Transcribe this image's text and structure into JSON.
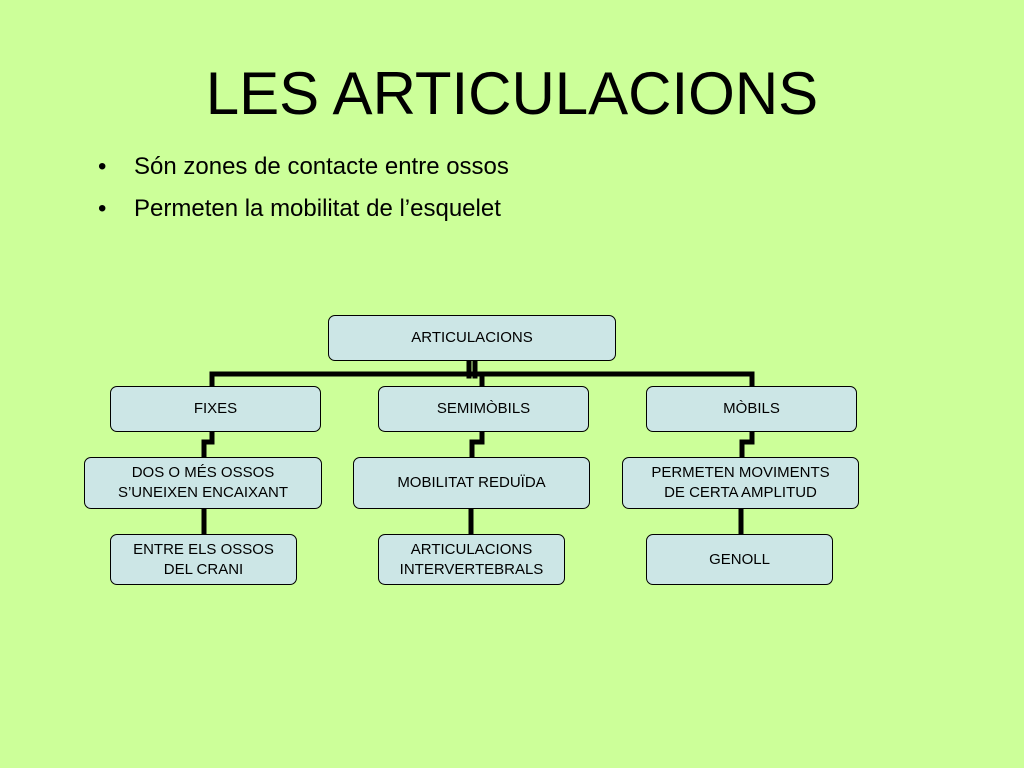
{
  "slide": {
    "title": "LES ARTICULACIONS",
    "bullets": [
      "Són zones de contacte entre ossos",
      "Permeten la mobilitat de l’esquelet"
    ]
  },
  "diagram": {
    "root": "ARTICULACIONS",
    "branches": [
      {
        "label": "FIXES",
        "description": "DOS O MÉS OSSOS\nS’UNEIXEN ENCAIXANT",
        "example": "ENTRE ELS OSSOS\nDEL CRANI"
      },
      {
        "label": "SEMIMÒBILS",
        "description": "MOBILITAT REDUÏDA",
        "example": "ARTICULACIONS\nINTERVERTEBRALS"
      },
      {
        "label": "MÒBILS",
        "description": "PERMETEN MOVIMENTS\nDE CERTA AMPLITUD",
        "example": "GENOLL"
      }
    ]
  },
  "colors": {
    "background": "#ccff99",
    "box_fill": "#cce6e6",
    "line": "#000000"
  }
}
